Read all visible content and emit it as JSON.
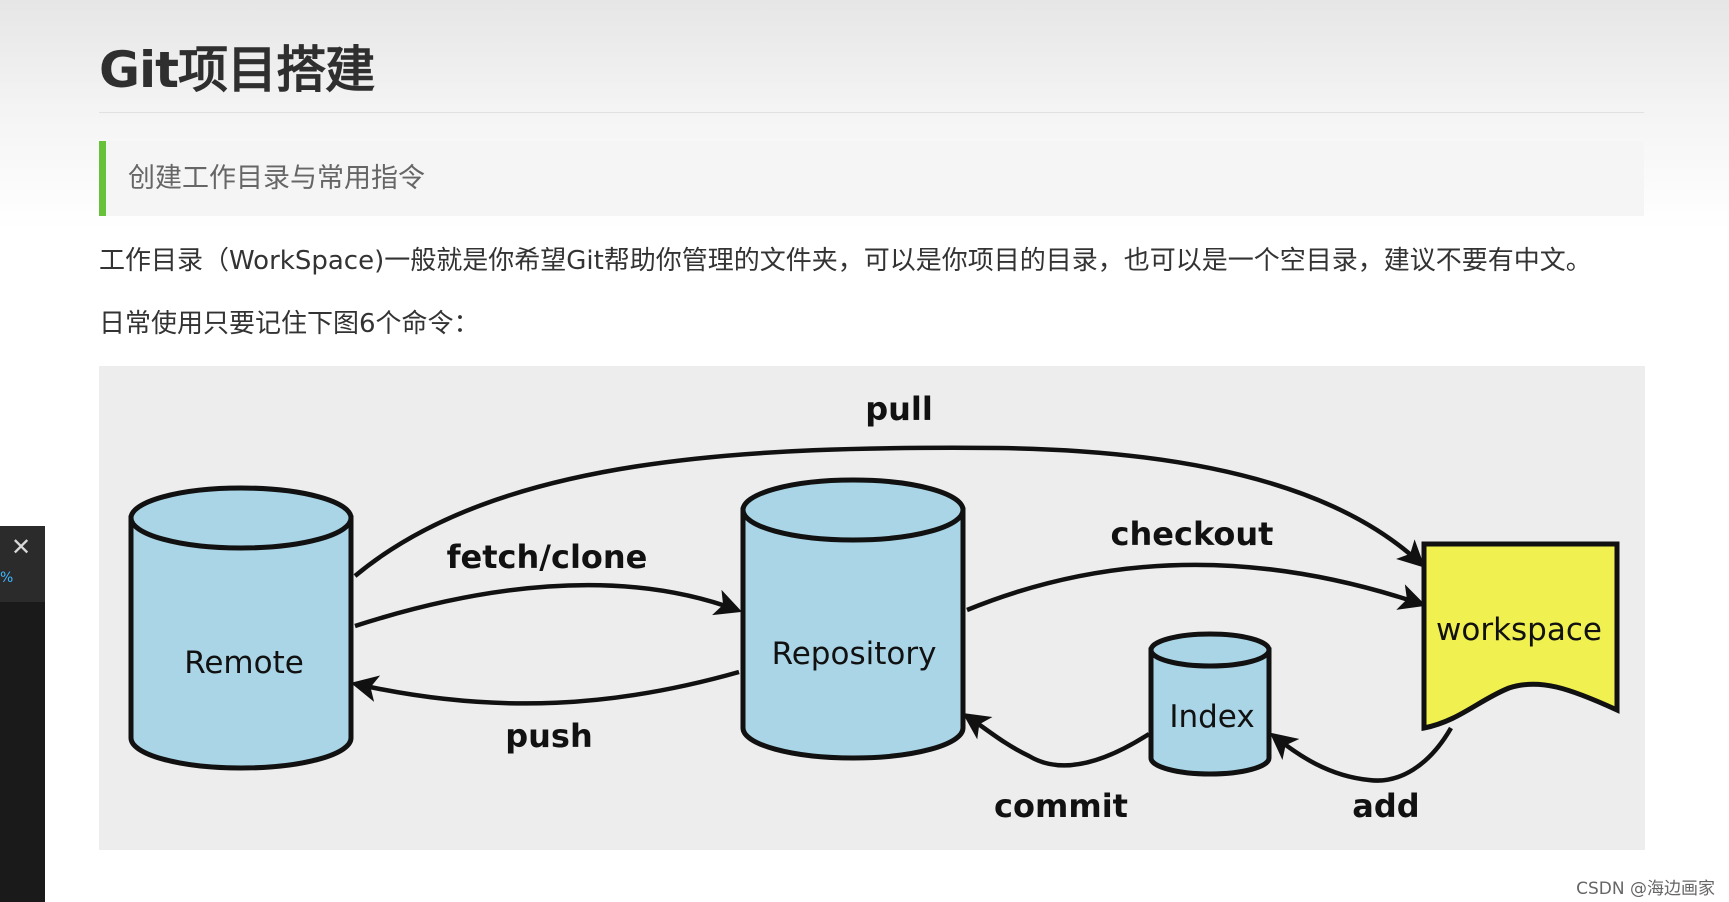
{
  "page": {
    "title": "Git项目搭建",
    "section_heading": "创建工作目录与常用指令",
    "paragraph_1": "工作目录（WorkSpace)一般就是你希望Git帮助你管理的文件夹，可以是你项目的目录，也可以是一个空目录，建议不要有中文。",
    "paragraph_2": "日常使用只要记住下图6个命令："
  },
  "diagram": {
    "nodes": {
      "remote": "Remote",
      "repository": "Repository",
      "index": "Index",
      "workspace": "workspace"
    },
    "commands": {
      "pull": "pull",
      "fetch_clone": "fetch/clone",
      "checkout": "checkout",
      "push": "push",
      "commit": "commit",
      "add": "add"
    },
    "colors": {
      "cylinder_fill": "#a9d5e6",
      "workspace_fill": "#f0f050",
      "stroke": "#111111",
      "panel_bg": "#ededed"
    }
  },
  "overlay": {
    "close_icon": "close-icon",
    "percent_text": "%"
  },
  "watermark": "CSDN @海边画家",
  "accent_color": "#67c23a"
}
